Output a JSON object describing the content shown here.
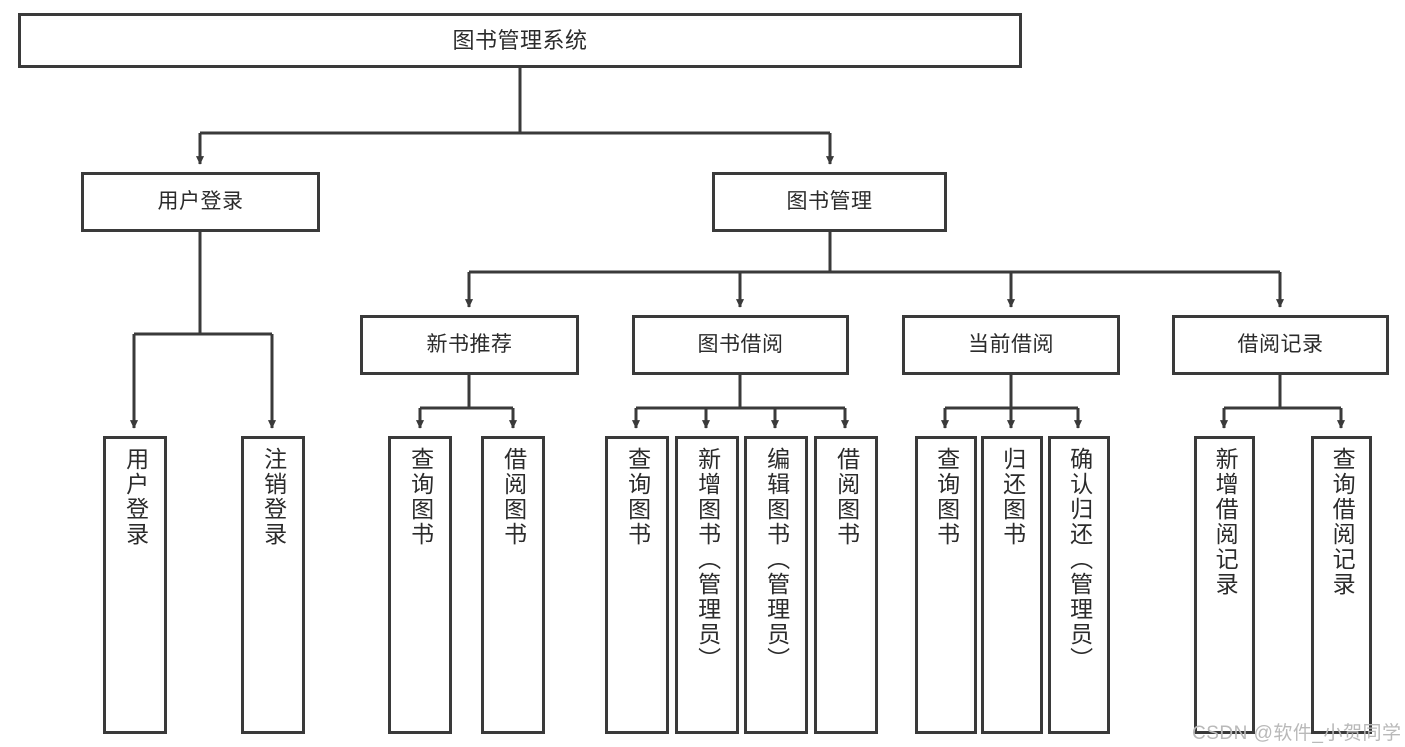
{
  "diagram": {
    "title": "图书管理系统",
    "type": "hierarchy-tree",
    "style": {
      "box_fill": "#ffffff",
      "box_border": "#3a3a3a",
      "text_color": "#2b2b2b",
      "connector_color": "#3a3a3a",
      "background": "#ffffff",
      "watermark_color": "#b9b9b9"
    },
    "levels": [
      {
        "level": 1,
        "nodes": [
          {
            "id": "root",
            "label": "图书管理系统",
            "orientation": "horizontal"
          }
        ]
      },
      {
        "level": 2,
        "nodes": [
          {
            "id": "login",
            "label": "用户登录",
            "orientation": "horizontal",
            "parent": "root"
          },
          {
            "id": "bookmgmt",
            "label": "图书管理",
            "orientation": "horizontal",
            "parent": "root"
          }
        ]
      },
      {
        "level": 3,
        "nodes": [
          {
            "id": "newbooks",
            "label": "新书推荐",
            "orientation": "horizontal",
            "parent": "bookmgmt"
          },
          {
            "id": "borrow",
            "label": "图书借阅",
            "orientation": "horizontal",
            "parent": "bookmgmt"
          },
          {
            "id": "current",
            "label": "当前借阅",
            "orientation": "horizontal",
            "parent": "bookmgmt"
          },
          {
            "id": "records",
            "label": "借阅记录",
            "orientation": "horizontal",
            "parent": "bookmgmt"
          }
        ]
      },
      {
        "level": 4,
        "nodes": [
          {
            "id": "leaf-user-login",
            "label": "用户登录",
            "orientation": "vertical",
            "parent": "login"
          },
          {
            "id": "leaf-user-logout",
            "label": "注销登录",
            "orientation": "vertical",
            "parent": "login"
          },
          {
            "id": "leaf-new-query",
            "label": "查询图书",
            "orientation": "vertical",
            "parent": "newbooks"
          },
          {
            "id": "leaf-new-borrow",
            "label": "借阅图书",
            "orientation": "vertical",
            "parent": "newbooks"
          },
          {
            "id": "leaf-borrow-query",
            "label": "查询图书",
            "orientation": "vertical",
            "parent": "borrow"
          },
          {
            "id": "leaf-borrow-add",
            "label": "新增图书（管理员）",
            "orientation": "vertical",
            "parent": "borrow"
          },
          {
            "id": "leaf-borrow-edit",
            "label": "编辑图书（管理员）",
            "orientation": "vertical",
            "parent": "borrow"
          },
          {
            "id": "leaf-borrow-lend",
            "label": "借阅图书",
            "orientation": "vertical",
            "parent": "borrow"
          },
          {
            "id": "leaf-cur-query",
            "label": "查询图书",
            "orientation": "vertical",
            "parent": "current"
          },
          {
            "id": "leaf-cur-return",
            "label": "归还图书",
            "orientation": "vertical",
            "parent": "current"
          },
          {
            "id": "leaf-cur-confirm",
            "label": "确认归还（管理员）",
            "orientation": "vertical",
            "parent": "current"
          },
          {
            "id": "leaf-rec-add",
            "label": "新增借阅记录",
            "orientation": "vertical",
            "parent": "records"
          },
          {
            "id": "leaf-rec-query",
            "label": "查询借阅记录",
            "orientation": "vertical",
            "parent": "records"
          }
        ]
      }
    ]
  },
  "watermark": {
    "text": "CSDN @软件_小贺同学"
  }
}
